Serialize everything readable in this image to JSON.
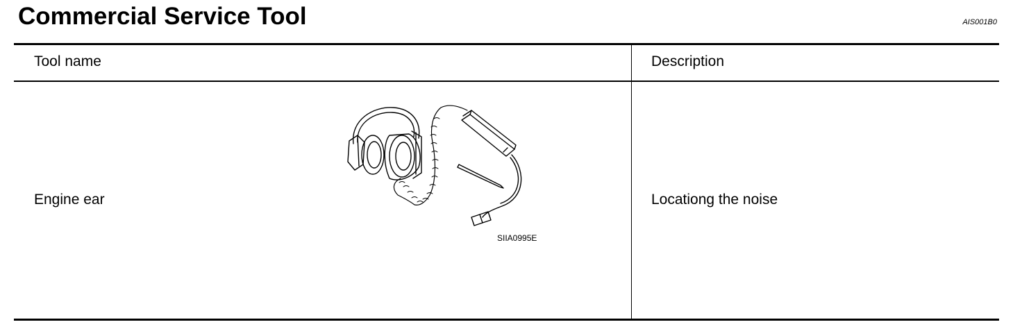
{
  "page": {
    "title": "Commercial Service Tool",
    "doc_code": "AIS001B0"
  },
  "table": {
    "headers": {
      "tool_name": "Tool name",
      "description": "Description"
    },
    "rows": [
      {
        "tool_name": "Engine ear",
        "figure_code": "SIIA0995E",
        "description": "Locationg the noise",
        "illustration_icon": "engine-ear-headset-icon"
      }
    ]
  }
}
